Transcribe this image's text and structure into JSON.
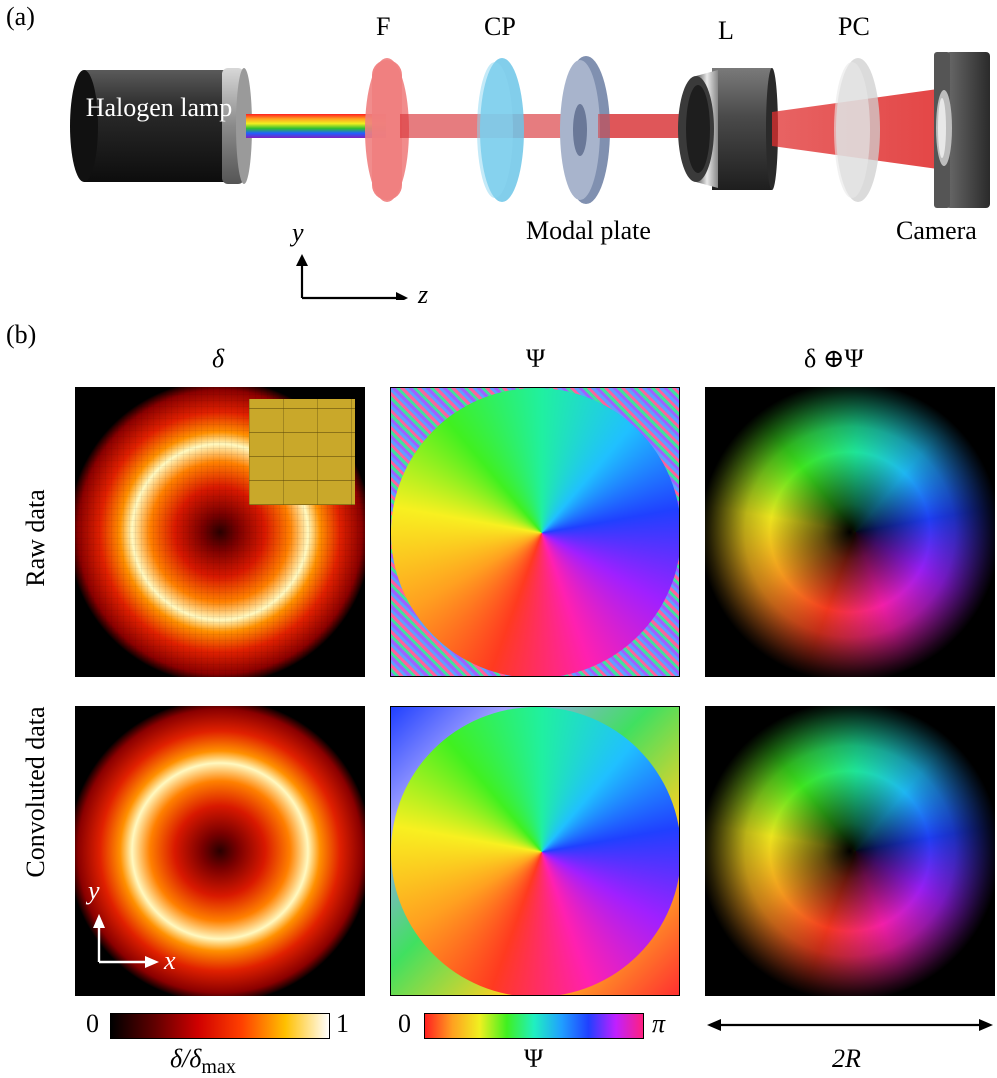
{
  "panel_a": {
    "label": "(a)",
    "lamp_text": "Halogen lamp",
    "components": [
      "F",
      "CP",
      "L",
      "PC"
    ],
    "modal_plate": "Modal plate",
    "camera": "Camera",
    "axis_y": "y",
    "axis_z": "z"
  },
  "panel_b": {
    "label": "(b)",
    "col_titles": [
      "δ",
      "Ψ",
      "δ ⊕Ψ"
    ],
    "row_titles": [
      "Raw data",
      "Convoluted data"
    ],
    "axis_y": "y",
    "axis_x": "x",
    "cbar1": {
      "min": "0",
      "max": "1",
      "label": "δ/δmax"
    },
    "cbar2": {
      "min": "0",
      "max": "π",
      "label": "Ψ"
    },
    "scale_label": "2R"
  },
  "colors": {
    "beam": "#e0403a",
    "filter": "#f08080",
    "cp": "#6cc6e8",
    "modal": "#8fa0bf",
    "pc": "#d7d7d7"
  }
}
